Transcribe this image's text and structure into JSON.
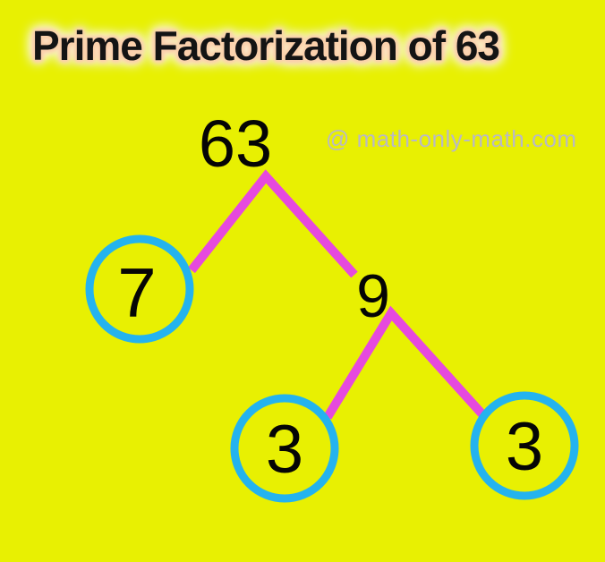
{
  "title": "Prime Factorization of 63",
  "watermark": "@ math-only-math.com",
  "colors": {
    "background": "#E8F002",
    "branch": "#E649DE",
    "circle_stroke": "#24B3EE",
    "number_text": "#050505",
    "title_text": "#141414",
    "title_glow_inner": "#FBD0AC",
    "title_glow_outer": "#FFFFFF",
    "watermark_text": "#B9B9C4"
  },
  "tree": {
    "root": "63",
    "level1": {
      "left_prime": "7",
      "right_composite": "9"
    },
    "level2": {
      "left_prime": "3",
      "right_prime": "3"
    }
  }
}
